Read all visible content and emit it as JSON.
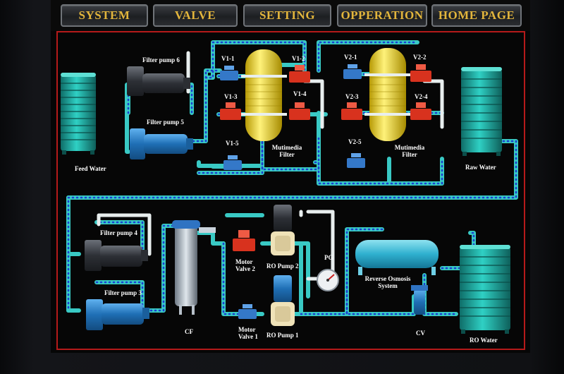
{
  "nav": {
    "system": "SYSTEM",
    "valve": "VALVE",
    "setting": "SETTING",
    "operation": "OPPERATION",
    "home": "HOME PAGE"
  },
  "labels": {
    "filter_pump_6": "Filter pump 6",
    "filter_pump_5": "Filter pump 5",
    "filter_pump_4": "Filter pump 4",
    "filter_pump_3": "Filter pump 3",
    "feed_water": "Feed Water",
    "raw_water": "Raw Water",
    "ro_water": "RO Water",
    "v1_1": "V1-1",
    "v1_2": "V1-2",
    "v1_3": "V1-3",
    "v1_4": "V1-4",
    "v1_5": "V1-5",
    "v2_1": "V2-1",
    "v2_2": "V2-2",
    "v2_3": "V2-3",
    "v2_4": "V2-4",
    "v2_5": "V2-5",
    "mm_filter_1_line1": "Mutimedia",
    "mm_filter_1_line2": "Filter",
    "mm_filter_2_line1": "Mutimedia",
    "mm_filter_2_line2": "Filter",
    "motor_valve_2_line1": "Motor",
    "motor_valve_2_line2": "Valve 2",
    "motor_valve_1_line1": "Motor",
    "motor_valve_1_line2": "Valve 1",
    "ro_pump_2": "RO Pump 2",
    "ro_pump_1": "RO Pump 1",
    "pg": "PG",
    "ro_system_line1": "Reverse Osmosis",
    "ro_system_line2": "System",
    "cf": "CF",
    "cv": "CV"
  },
  "colors": {
    "frame": "#b51a1a",
    "pipe": "#39c9c4",
    "pipe_dot": "#1c3fd0",
    "nav_text": "#e2b53c",
    "tank": "#22b3a8",
    "filter_vessel": "#f2d40f",
    "valve_red": "#d8321e",
    "valve_blue": "#3478c8",
    "pump_grey": "#3b3f46",
    "pump_blue": "#2377c0"
  }
}
